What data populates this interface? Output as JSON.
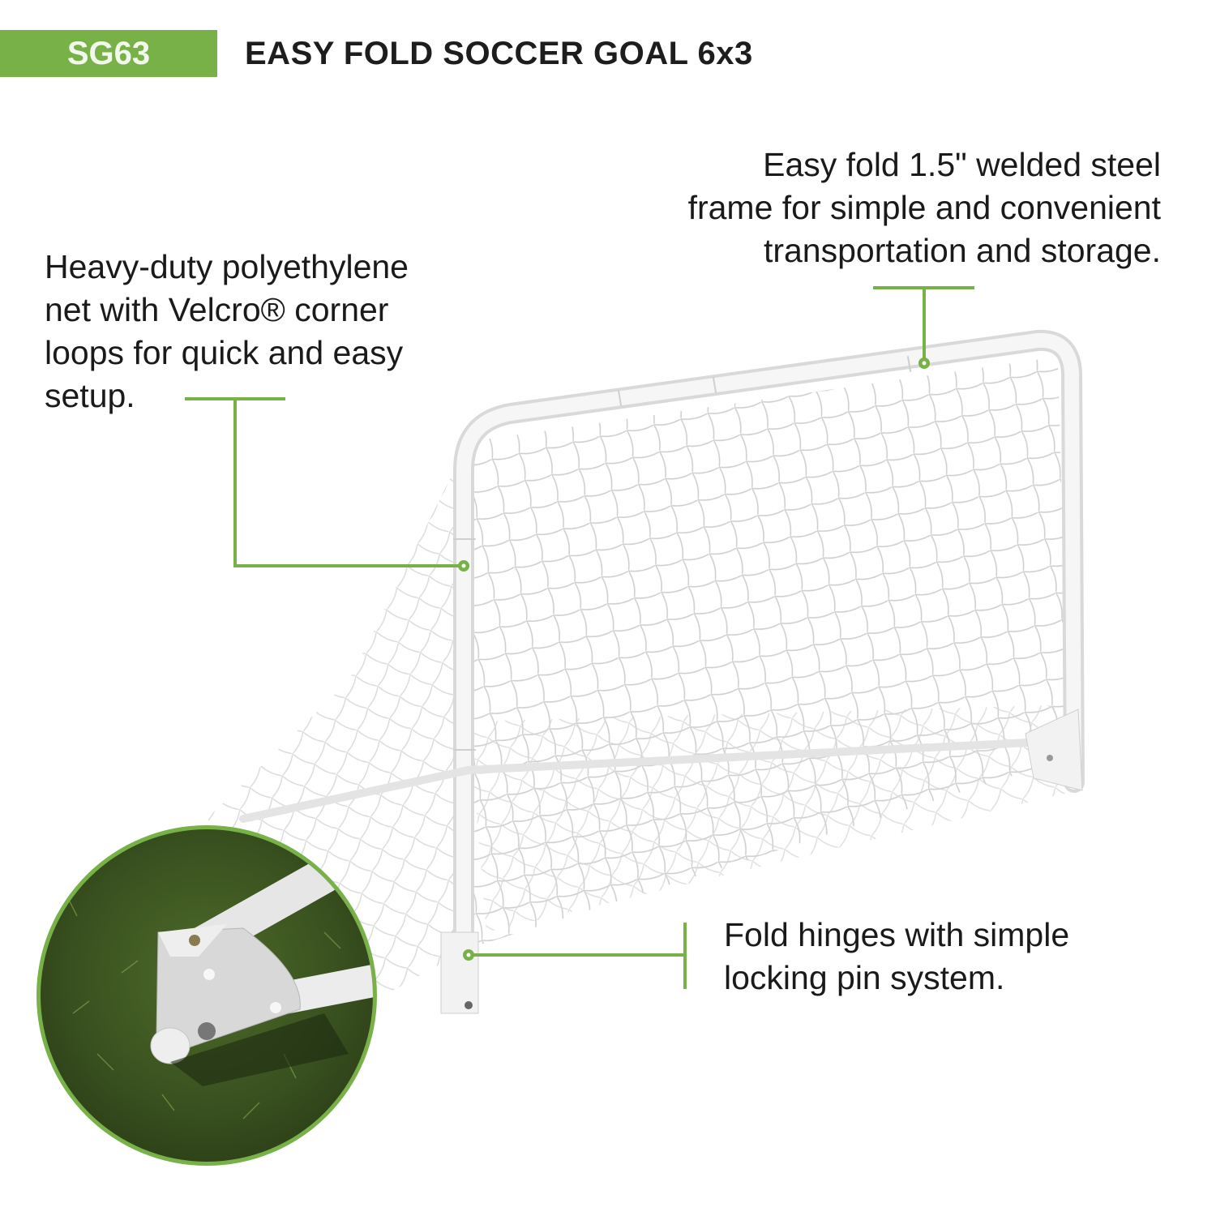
{
  "header": {
    "sku": "SG63",
    "title": "EASY FOLD SOCCER GOAL 6x3"
  },
  "callouts": [
    {
      "id": "net",
      "lines": [
        "Heavy-duty polyethylene",
        "net with Velcro® corner",
        "loops for quick and easy",
        "setup."
      ]
    },
    {
      "id": "frame",
      "lines": [
        "Easy fold 1.5\" welded steel",
        "frame for simple and convenient",
        "transportation and storage."
      ]
    },
    {
      "id": "hinges",
      "lines": [
        "Fold hinges with simple",
        "locking pin system."
      ]
    }
  ],
  "images": {
    "product": "white folding soccer goal with net",
    "detail": "close-up of hinge bracket on grass"
  },
  "colors": {
    "accent_green": "#77b148",
    "text": "#1a1a1a",
    "badge_text": "#f3f8ec"
  }
}
